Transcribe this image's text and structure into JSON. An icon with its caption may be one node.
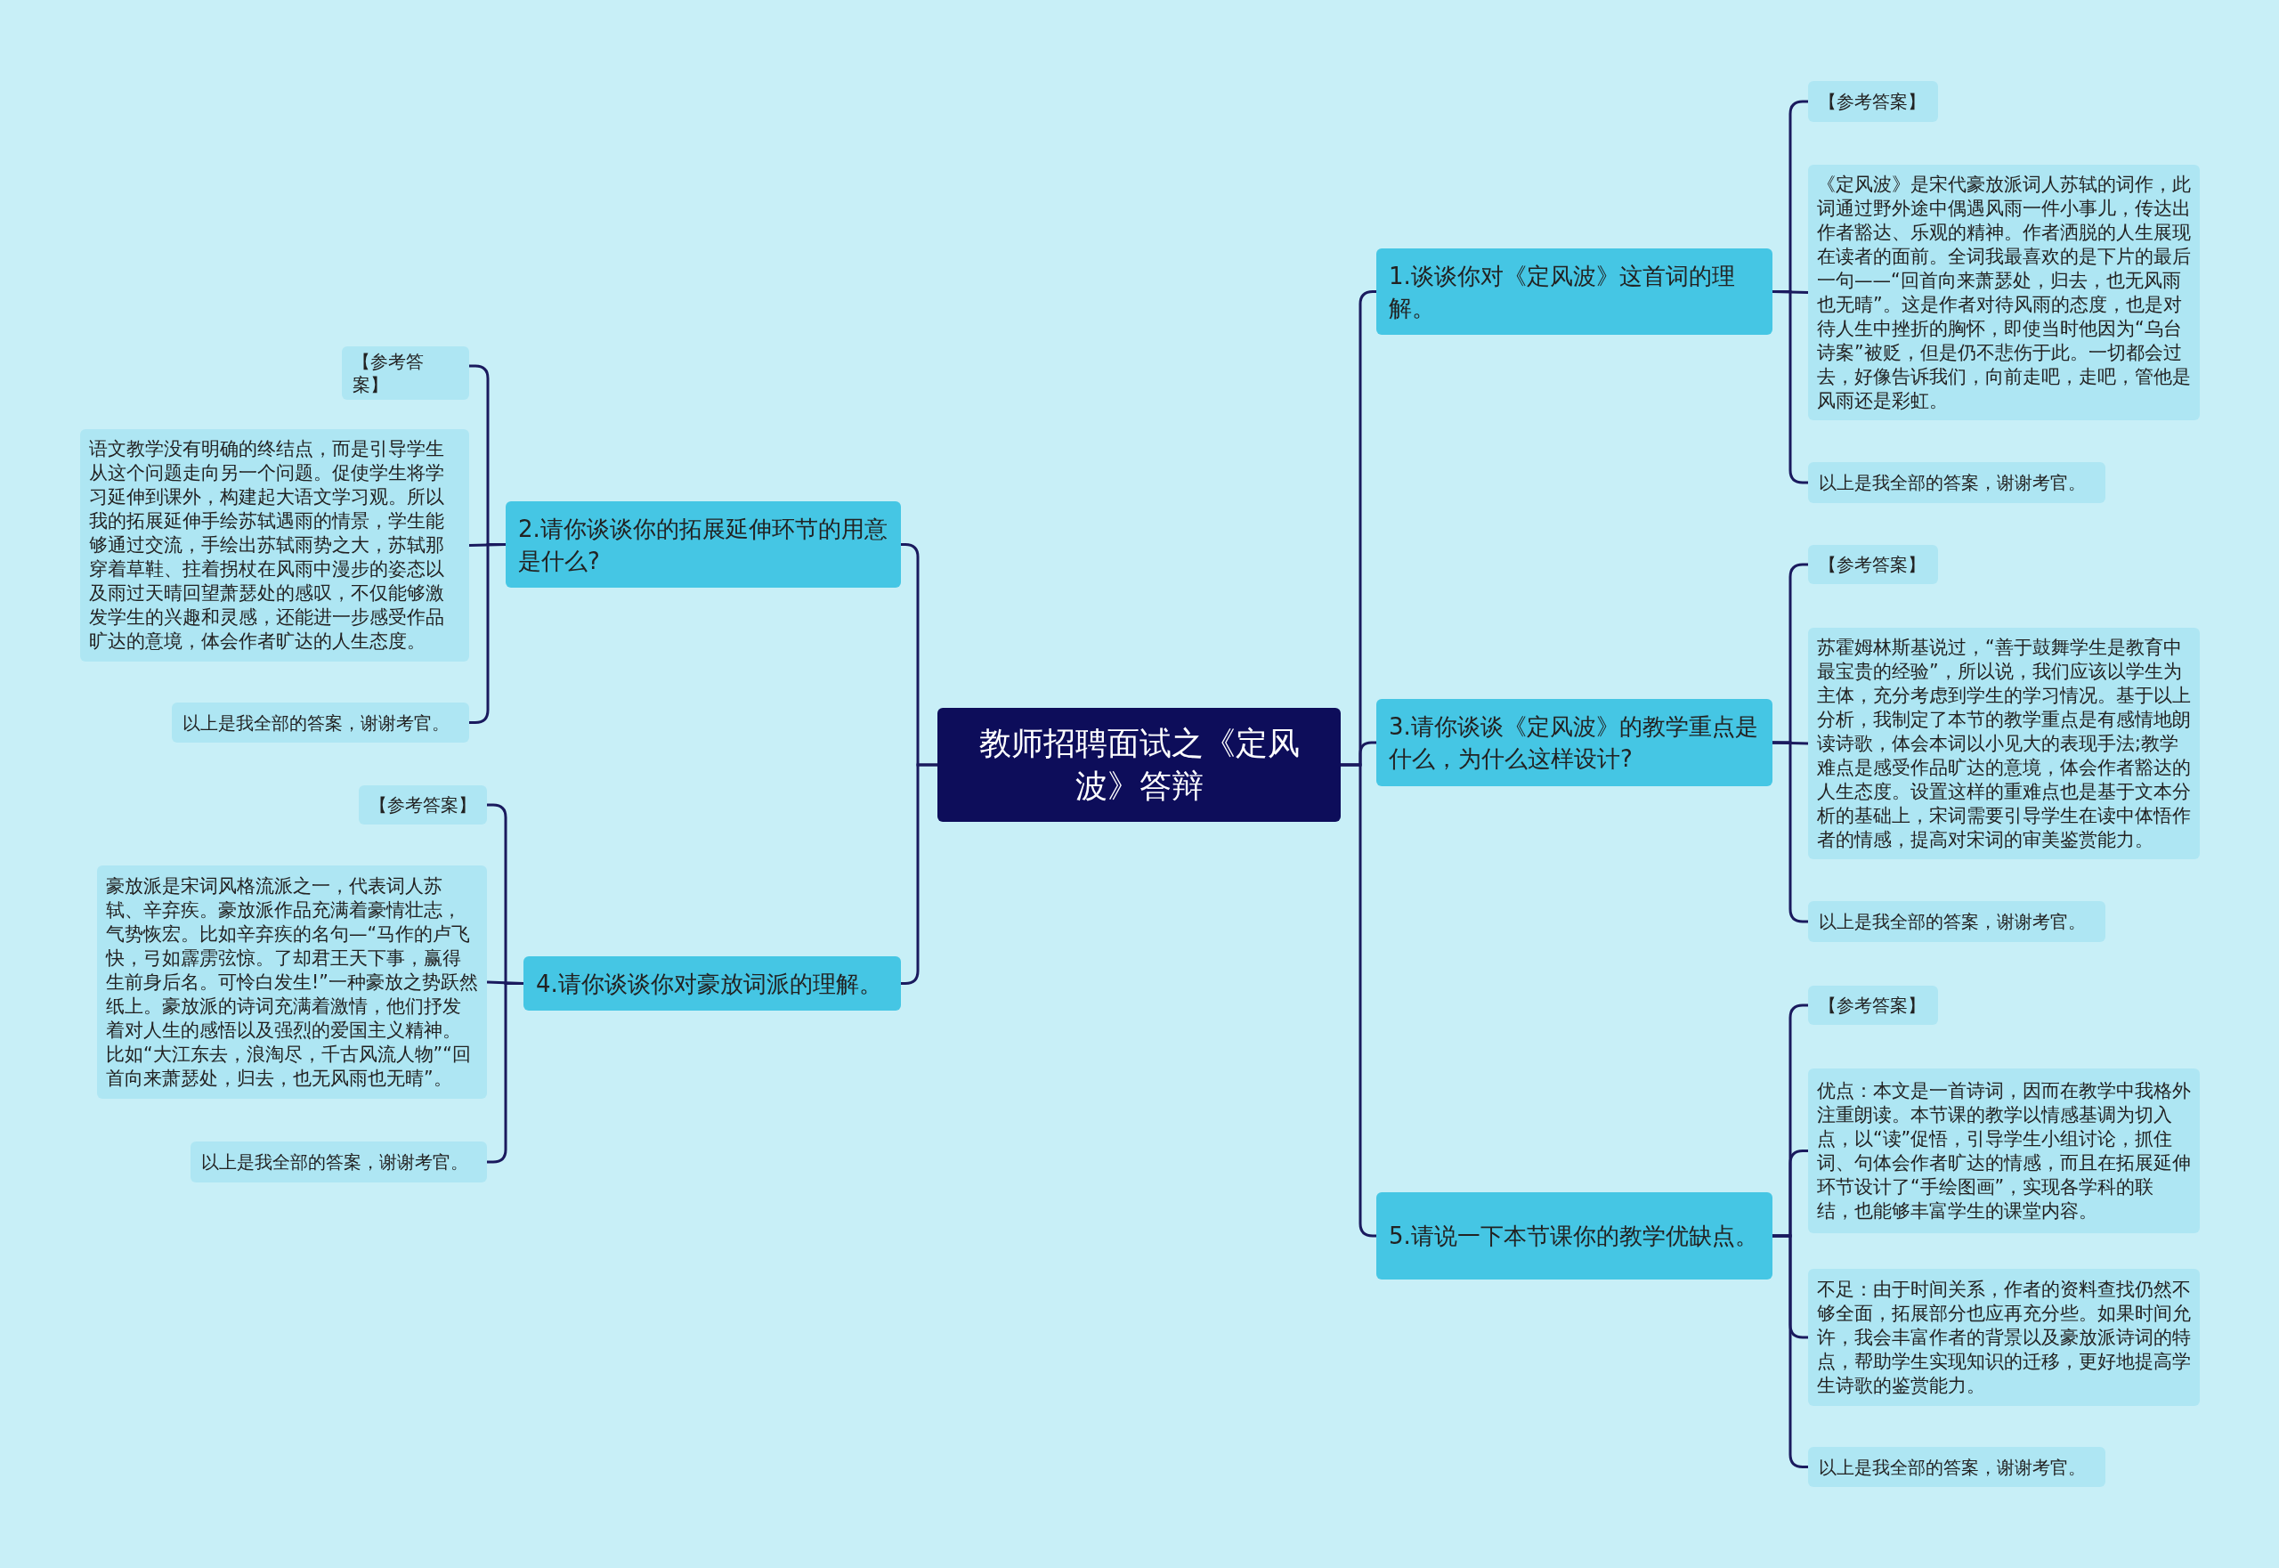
{
  "diagram": {
    "nodes": [
      {
        "text": [
          "教师招聘面试之《定风波》答辩"
        ]
      },
      {
        "text": [
          "1.谈谈你对《定风波》这首词的理解。"
        ]
      },
      {
        "text": [
          "【参考答案】"
        ]
      },
      {
        "text": [
          "《定风波》是宋代豪放派词人苏轼的词作，此词通过野外途中偶遇风雨一件小事儿，传达出作者豁达、乐观的精神。作者洒脱的人生展现在读者的面前。全词我最喜欢的是下片的最后一句——“回首向来萧瑟处，归去，也无风雨也无晴”。这是作者对待风雨的态度，也是对待人生中挫折的胸怀，即使当时他因为“乌台诗案”被贬，但是仍不悲伤于此。一切都会过去，好像告诉我们，向前走吧，走吧，管他是风雨还是彩虹。"
        ]
      },
      {
        "text": [
          "以上是我全部的答案，谢谢考官。"
        ]
      },
      {
        "text": [
          "3.请你谈谈《定风波》的教学重点是什么，为什么这样设计?"
        ]
      },
      {
        "text": [
          "【参考答案】"
        ]
      },
      {
        "text": [
          "苏霍姆林斯基说过，“善于鼓舞学生是教育中最宝贵的经验”，所以说，我们应该以学生为主体，充分考虑到学生的学习情况。基于以上分析，我制定了本节的教学重点是有感情地朗读诗歌，体会本词以小见大的表现手法;教学难点是感受作品旷达的意境，体会作者豁达的人生态度。设置这样的重难点也是基于文本分析的基础上，宋词需要引导学生在读中体悟作者的情感，提高对宋词的审美鉴赏能力。"
        ]
      },
      {
        "text": [
          "以上是我全部的答案，谢谢考官。"
        ]
      },
      {
        "text": [
          "5.请说一下本节课你的教学优缺点。"
        ]
      },
      {
        "text": [
          "【参考答案】"
        ]
      },
      {
        "text": [
          "优点：本文是一首诗词，因而在教学中我格外注重朗读。本节课的教学以情感基调为切入点，以“读”促悟，引导学生小组讨论，抓住词、句体会作者旷达的情感，而且在拓展延伸环节设计了“手绘图画”，实现各学科的联结，也能够丰富学生的课堂内容。"
        ]
      },
      {
        "text": [
          "不足：由于时间关系，作者的资料查找仍然不够全面，拓展部分也应再充分些。如果时间允许，我会丰富作者的背景以及豪放派诗词的特点，帮助学生实现知识的迁移，更好地提高学生诗歌的鉴赏能力。"
        ]
      },
      {
        "text": [
          "以上是我全部的答案，谢谢考官。"
        ]
      },
      {
        "text": [
          "2.请你谈谈你的拓展延伸环节的用意是什么?"
        ]
      },
      {
        "text": [
          "【参考答案】"
        ]
      },
      {
        "text": [
          "语文教学没有明确的终结点，而是引导学生从这个问题走向另一个问题。促使学生将学习延伸到课外，构建起大语文学习观。所以我的拓展延伸手绘苏轼遇雨的情景，学生能够通过交流，手绘出苏轼雨势之大，苏轼那穿着草鞋、拄着拐杖在风雨中漫步的姿态以及雨过天晴回望萧瑟处的感叹，不仅能够激发学生的兴趣和灵感，还能进一步感受作品旷达的意境，体会作者旷达的人生态度。"
        ]
      },
      {
        "text": [
          "以上是我全部的答案，谢谢考官。"
        ]
      },
      {
        "text": [
          "4.请你谈谈你对豪放词派的理解。"
        ]
      },
      {
        "text": [
          "【参考答案】"
        ]
      },
      {
        "text": [
          "豪放派是宋词风格流派之一，代表词人苏轼、辛弃疾。豪放派作品充满着豪情壮志，气势恢宏。比如辛弃疾的名句—“马作的卢飞快，弓如霹雳弦惊。了却君王天下事，赢得生前身后名。可怜白发生!”一种豪放之势跃然纸上。豪放派的诗词充满着激情，他们抒发着对人生的感悟以及强烈的爱国主义精神。比如“大江东去，浪淘尽，千古风流人物”“回首向来萧瑟处，归去，也无风雨也无晴”。"
        ]
      },
      {
        "text": [
          "以上是我全部的答案，谢谢考官。"
        ]
      }
    ],
    "edges": [
      {
        "from": 0,
        "to": 1,
        "arrow": "none"
      },
      {
        "from": 1,
        "to": 2,
        "arrow": "none"
      },
      {
        "from": 1,
        "to": 3,
        "arrow": "none"
      },
      {
        "from": 1,
        "to": 4,
        "arrow": "none"
      },
      {
        "from": 0,
        "to": 5,
        "arrow": "none"
      },
      {
        "from": 5,
        "to": 6,
        "arrow": "none"
      },
      {
        "from": 5,
        "to": 7,
        "arrow": "none"
      },
      {
        "from": 5,
        "to": 8,
        "arrow": "none"
      },
      {
        "from": 0,
        "to": 9,
        "arrow": "none"
      },
      {
        "from": 9,
        "to": 10,
        "arrow": "none"
      },
      {
        "from": 9,
        "to": 11,
        "arrow": "none"
      },
      {
        "from": 9,
        "to": 12,
        "arrow": "none"
      },
      {
        "from": 9,
        "to": 13,
        "arrow": "none"
      },
      {
        "from": 0,
        "to": 14,
        "arrow": "none"
      },
      {
        "from": 14,
        "to": 15,
        "arrow": "none"
      },
      {
        "from": 14,
        "to": 16,
        "arrow": "none"
      },
      {
        "from": 14,
        "to": 17,
        "arrow": "none"
      },
      {
        "from": 0,
        "to": 18,
        "arrow": "none"
      },
      {
        "from": 18,
        "to": 19,
        "arrow": "none"
      },
      {
        "from": 18,
        "to": 20,
        "arrow": "none"
      },
      {
        "from": 18,
        "to": 21,
        "arrow": "none"
      }
    ]
  }
}
